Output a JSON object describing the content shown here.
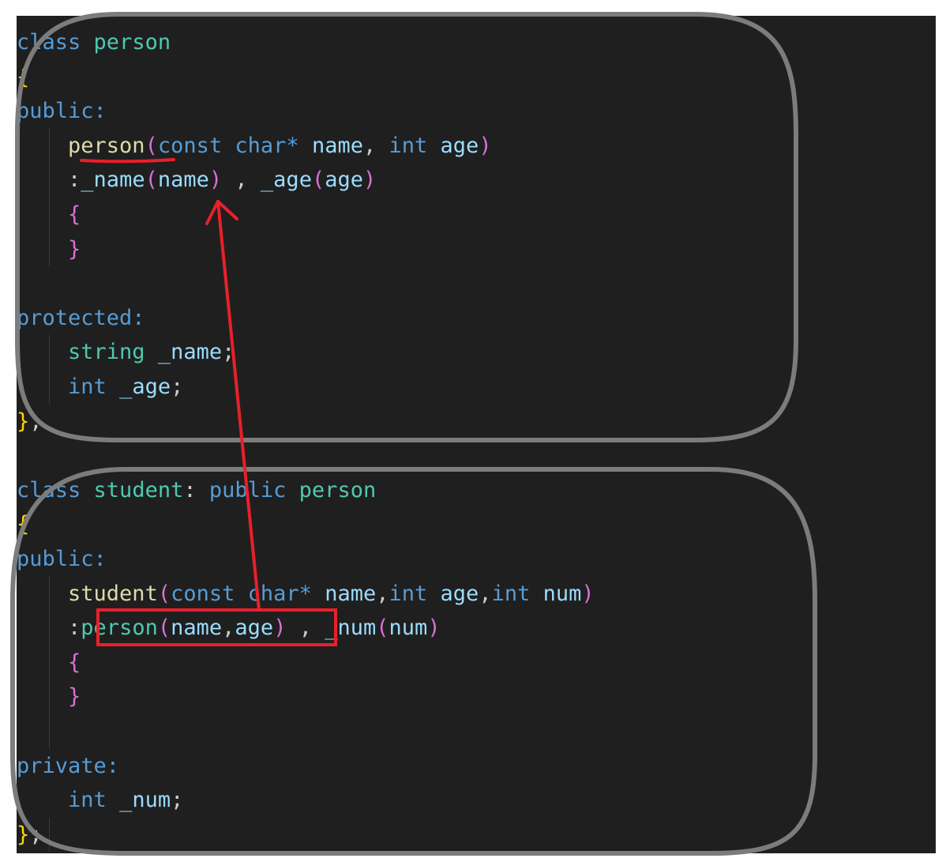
{
  "colors": {
    "background": "#1f1f1f",
    "keyword": "#569cd6",
    "class_name": "#4ec9b0",
    "function_name": "#dcdcaa",
    "variable": "#9cdcfe",
    "bracket_outer": "#ffd700",
    "bracket_inner": "#da70d6",
    "punctuation": "#cccccc",
    "annotation": "#e8202a",
    "frame": "#7c7c7c"
  },
  "lines": [
    [
      {
        "t": "class",
        "c": "kw"
      },
      {
        "t": " "
      },
      {
        "t": "person",
        "c": "type"
      }
    ],
    [
      {
        "t": "{",
        "c": "br1"
      }
    ],
    [
      {
        "t": "public:",
        "c": "kw"
      }
    ],
    [
      {
        "t": "    "
      },
      {
        "t": "person",
        "c": "fn"
      },
      {
        "t": "(",
        "c": "br2"
      },
      {
        "t": "const",
        "c": "kw"
      },
      {
        "t": " "
      },
      {
        "t": "char*",
        "c": "kw"
      },
      {
        "t": " "
      },
      {
        "t": "name",
        "c": "var"
      },
      {
        "t": ", ",
        "c": "pun"
      },
      {
        "t": "int",
        "c": "kw"
      },
      {
        "t": " "
      },
      {
        "t": "age",
        "c": "var"
      },
      {
        "t": ")",
        "c": "br2"
      }
    ],
    [
      {
        "t": "    "
      },
      {
        "t": ":",
        "c": "pun"
      },
      {
        "t": "_name",
        "c": "var"
      },
      {
        "t": "(",
        "c": "br2"
      },
      {
        "t": "name",
        "c": "var"
      },
      {
        "t": ")",
        "c": "br2"
      },
      {
        "t": " , ",
        "c": "pun"
      },
      {
        "t": "_age",
        "c": "var"
      },
      {
        "t": "(",
        "c": "br2"
      },
      {
        "t": "age",
        "c": "var"
      },
      {
        "t": ")",
        "c": "br2"
      }
    ],
    [
      {
        "t": "    "
      },
      {
        "t": "{",
        "c": "br2"
      }
    ],
    [
      {
        "t": "    "
      },
      {
        "t": "}",
        "c": "br2"
      }
    ],
    [],
    [
      {
        "t": "protected:",
        "c": "kw"
      }
    ],
    [
      {
        "t": "    "
      },
      {
        "t": "string",
        "c": "type"
      },
      {
        "t": " "
      },
      {
        "t": "_name",
        "c": "var"
      },
      {
        "t": ";",
        "c": "pun"
      }
    ],
    [
      {
        "t": "    "
      },
      {
        "t": "int",
        "c": "kw"
      },
      {
        "t": " "
      },
      {
        "t": "_age",
        "c": "var"
      },
      {
        "t": ";",
        "c": "pun"
      }
    ],
    [
      {
        "t": "}",
        "c": "br1"
      },
      {
        "t": ";",
        "c": "pun"
      }
    ],
    [],
    [
      {
        "t": "class",
        "c": "kw"
      },
      {
        "t": " "
      },
      {
        "t": "student",
        "c": "type"
      },
      {
        "t": ": ",
        "c": "pun"
      },
      {
        "t": "public",
        "c": "kw"
      },
      {
        "t": " "
      },
      {
        "t": "person",
        "c": "type"
      }
    ],
    [
      {
        "t": "{",
        "c": "br1"
      }
    ],
    [
      {
        "t": "public:",
        "c": "kw"
      }
    ],
    [
      {
        "t": "    "
      },
      {
        "t": "student",
        "c": "fn"
      },
      {
        "t": "(",
        "c": "br2"
      },
      {
        "t": "const",
        "c": "kw"
      },
      {
        "t": " "
      },
      {
        "t": "char*",
        "c": "kw"
      },
      {
        "t": " "
      },
      {
        "t": "name",
        "c": "var"
      },
      {
        "t": ",",
        "c": "pun"
      },
      {
        "t": "int",
        "c": "kw"
      },
      {
        "t": " "
      },
      {
        "t": "age",
        "c": "var"
      },
      {
        "t": ",",
        "c": "pun"
      },
      {
        "t": "int",
        "c": "kw"
      },
      {
        "t": " "
      },
      {
        "t": "num",
        "c": "var"
      },
      {
        "t": ")",
        "c": "br2"
      }
    ],
    [
      {
        "t": "    "
      },
      {
        "t": ":",
        "c": "pun"
      },
      {
        "t": "person",
        "c": "type"
      },
      {
        "t": "(",
        "c": "br2"
      },
      {
        "t": "name",
        "c": "var"
      },
      {
        "t": ",",
        "c": "pun"
      },
      {
        "t": "age",
        "c": "var"
      },
      {
        "t": ")",
        "c": "br2"
      },
      {
        "t": " , ",
        "c": "pun"
      },
      {
        "t": "_num",
        "c": "var"
      },
      {
        "t": "(",
        "c": "br2"
      },
      {
        "t": "num",
        "c": "var"
      },
      {
        "t": ")",
        "c": "br2"
      }
    ],
    [
      {
        "t": "    "
      },
      {
        "t": "{",
        "c": "br2"
      }
    ],
    [
      {
        "t": "    "
      },
      {
        "t": "}",
        "c": "br2"
      }
    ],
    [],
    [
      {
        "t": "private:",
        "c": "kw"
      }
    ],
    [
      {
        "t": "    "
      },
      {
        "t": "int",
        "c": "kw"
      },
      {
        "t": " "
      },
      {
        "t": "_num",
        "c": "var"
      },
      {
        "t": ";",
        "c": "pun"
      }
    ],
    [
      {
        "t": "}",
        "c": "br1"
      },
      {
        "t": ";",
        "c": "pun"
      }
    ]
  ]
}
